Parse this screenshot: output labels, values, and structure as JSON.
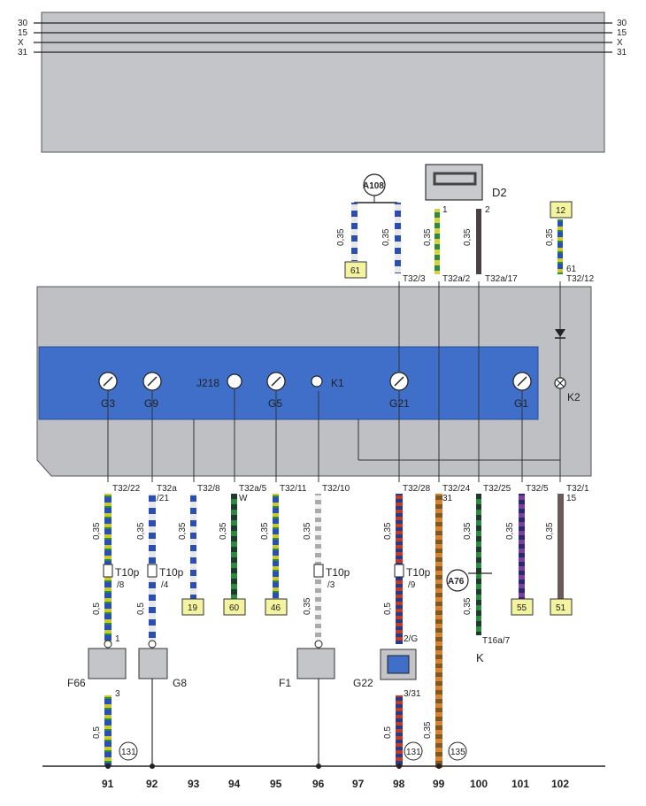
{
  "rails": {
    "left": [
      "30",
      "15",
      "X",
      "31"
    ],
    "right": [
      "30",
      "15",
      "X",
      "31"
    ]
  },
  "components": {
    "A108": "A108",
    "D2": "D2",
    "J218": "J218",
    "K1": "K1",
    "K2": "K2",
    "G3": "G3",
    "G9": "G9",
    "G5": "G5",
    "G21": "G21",
    "G1": "G1",
    "F66": "F66",
    "G8": "G8",
    "F1": "F1",
    "G22": "G22",
    "A76": "A76",
    "K": "K"
  },
  "top_wires": {
    "sizes": [
      "0,35",
      "0,35",
      "0,35",
      "0,35",
      "0,35"
    ],
    "box_61": "61",
    "box_12": "12",
    "d2_pin1": "1",
    "d2_pin2": "2",
    "conn_t32_3": "T32/3",
    "conn_t32a_2": "T32a/2",
    "conn_t32a_17": "T32a/17",
    "conn_61": "61",
    "conn_t32_12": "T32/12"
  },
  "bottom_connectors": {
    "c91": "T32/22",
    "c92a": "T32a",
    "c92b": "/21",
    "c93": "T32/8",
    "c94a": "T32a/5",
    "c94b": "W",
    "c95": "T32/11",
    "c96": "T32/10",
    "c98": "T32/28",
    "c99a": "T32/24",
    "c99b": "31",
    "c100": "T32/25",
    "c101": "T32/5",
    "c102a": "T32/1",
    "c102b": "15"
  },
  "bottom_wires": {
    "size_035": "0,35",
    "size_05": "0,5"
  },
  "t10p": {
    "label": "T10p",
    "p8": "/8",
    "p4": "/4",
    "p3": "/3",
    "p9": "/9"
  },
  "boxes": {
    "b19": "19",
    "b60": "60",
    "b46": "46",
    "b55": "55",
    "b51": "51"
  },
  "pins": {
    "p1": "1",
    "p3": "3",
    "p2g": "2/G",
    "p331": "3/31",
    "t16a7": "T16a/7"
  },
  "refs": {
    "r131a": "131",
    "r131b": "131",
    "r135": "135"
  },
  "columns": [
    "91",
    "92",
    "93",
    "94",
    "95",
    "96",
    "97",
    "98",
    "99",
    "100",
    "101",
    "102"
  ],
  "colors": {
    "panel_gray": "#bfc0c4",
    "cluster_blue": "#3f6fc9",
    "label_yellow": "#f3f3a0"
  }
}
